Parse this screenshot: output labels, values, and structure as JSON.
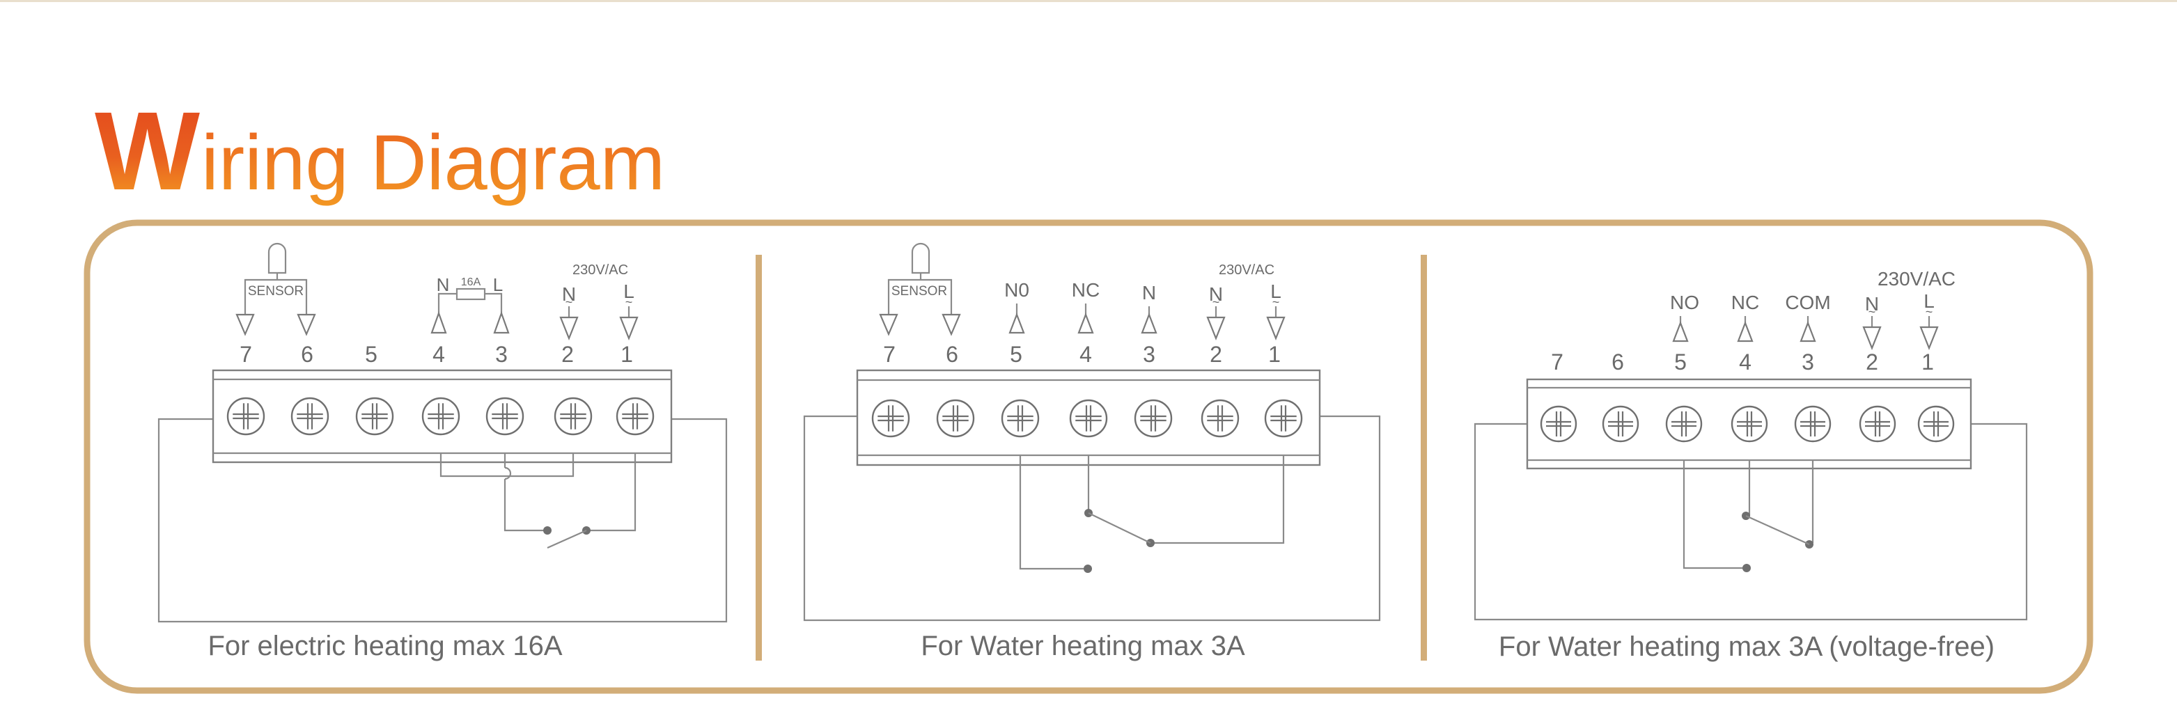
{
  "title": {
    "first_letter": "W",
    "rest": "iring Diagram"
  },
  "colors": {
    "frame": "#d2ad78",
    "title_orange": "#ee7d22",
    "title_red": "#e2501f",
    "wire": "#8a8a8a",
    "text": "#6a6a6a"
  },
  "panels": [
    {
      "caption": "For electric heating max 16A",
      "terminals": [
        "7",
        "6",
        "5",
        "4",
        "3",
        "2",
        "1"
      ],
      "sensor_label": "SENSOR",
      "n_label": "N",
      "l_label": "L",
      "fuse_label": "16A",
      "terminal_n_label": "N",
      "terminal_l_label": "L",
      "voltage": "230V/AC"
    },
    {
      "caption": "For Water heating max 3A",
      "terminals": [
        "7",
        "6",
        "5",
        "4",
        "3",
        "2",
        "1"
      ],
      "sensor_label": "SENSOR",
      "contact_labels": [
        "N0",
        "NC",
        "N"
      ],
      "terminal_n_label": "N",
      "terminal_l_label": "L",
      "voltage": "230V/AC"
    },
    {
      "caption": "For Water heating max 3A (voltage-free)",
      "terminals": [
        "7",
        "6",
        "5",
        "4",
        "3",
        "2",
        "1"
      ],
      "contact_labels": [
        "NO",
        "NC",
        "COM"
      ],
      "terminal_n_label": "N",
      "terminal_l_label": "L",
      "voltage": "230V/AC"
    }
  ]
}
